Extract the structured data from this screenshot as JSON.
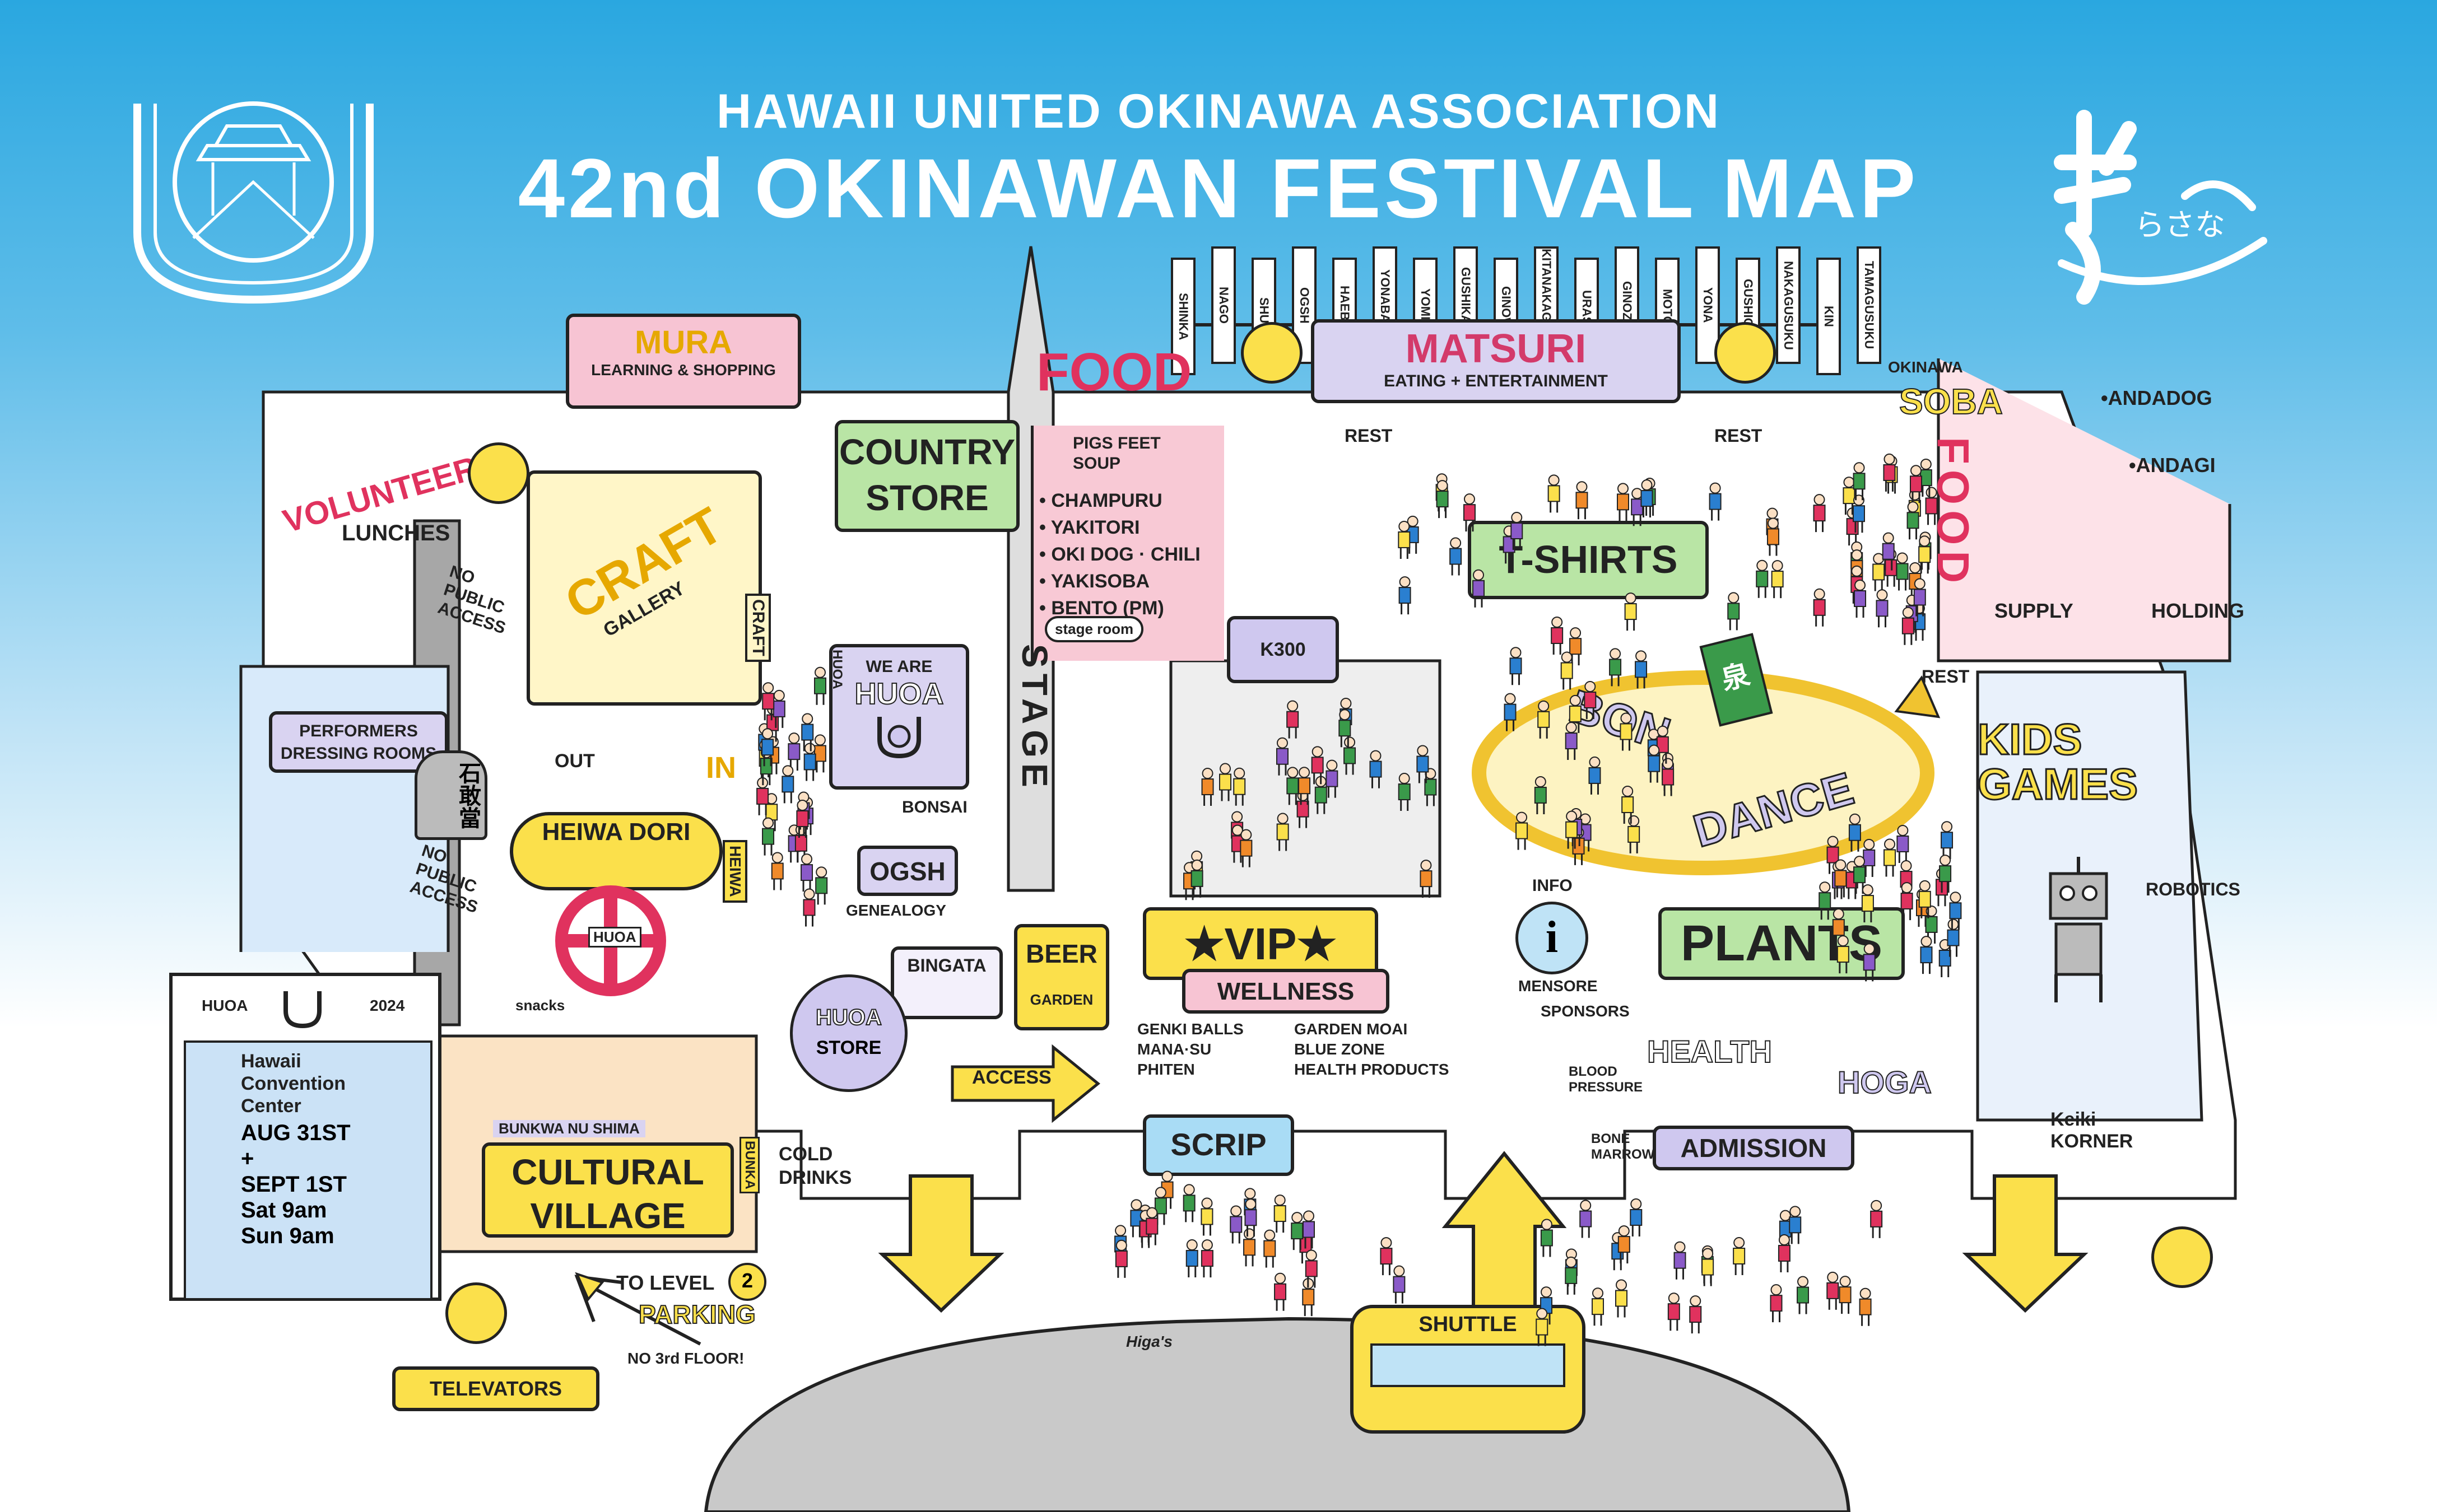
{
  "header": {
    "org": "HAWAII UNITED OKINAWA ASSOCIATION",
    "title": "42nd OKINAWAN FESTIVAL MAP"
  },
  "colors": {
    "sky": "#2aa7e0",
    "yellow": "#fbe04b",
    "pink": "#f7b7c7",
    "lavender": "#cfc8ef",
    "green": "#a9dc8a",
    "gray": "#c8c8c8"
  },
  "areas": {
    "mura": {
      "title": "MURA",
      "subtitle": "LEARNING & SHOPPING"
    },
    "matsuri": {
      "title": "MATSURI",
      "subtitle": "EATING + ENTERTAINMENT"
    },
    "food": "FOOD",
    "food_right": "FOOD",
    "food_items": [
      "PIGS FEET SOUP",
      "• CHAMPURU",
      "• YAKITORI",
      "• OKI DOG · CHILI",
      "• YAKISOBA",
      "• BENTO (PM)"
    ],
    "stage_room": "stage room",
    "stage": "STAGE",
    "country_store": "COUNTRY STORE",
    "craft": "CRAFT",
    "craft_gallery": "GALLERY",
    "craft_side": "CRAFT",
    "volunteer": "VOLUNTEER",
    "lunches": "LUNCHES",
    "no_public_access": "NO PUBLIC ACCESS",
    "no_public_access2": "NO PUBLIC ACCESS",
    "performers": "PERFORMERS DRESSING ROOMS",
    "out": "OUT",
    "in": "IN",
    "we_are": "WE ARE",
    "huoa": "HUOA",
    "huoa_side": "HUOA",
    "bonsai": "BONSAI",
    "ogsh": "OGSH",
    "genealogy": "GENEALOGY",
    "heiwa_dori": "HEIWA DORI",
    "heiwa_side": "HEIWA",
    "huoa_sign": "HUOA",
    "snacks": "snacks",
    "bingata": "BINGATA",
    "huoa_store_top": "HUOA",
    "huoa_store": "STORE",
    "access": "ACCESS",
    "beer": "BEER",
    "garden": "GARDEN",
    "bunkwa": "BUNKWA NU SHIMA",
    "cultural_village": "CULTURAL VILLAGE",
    "bunka": "BUNKA",
    "cold_drinks": "COLD DRINKS",
    "vip": "★VIP★",
    "wellness": "WELLNESS",
    "wellness_left": "GENKI BALLS\nMANA·SU\nPHITEN",
    "wellness_right": "GARDEN MOAI\nBLUE ZONE\nHEALTH PRODUCTS",
    "scrip": "SCRIP",
    "tshirts": "T-SHIRTS",
    "bon": "BON",
    "dance": "DANCE",
    "info": "INFO",
    "mensore": "MENSORE",
    "sponsors": "SPONSORS",
    "plants": "PLANTS",
    "health": "HEALTH",
    "hoga": "HOGA",
    "blood": "BLOOD PRESSURE",
    "bone": "BONE MARROW",
    "admission": "ADMISSION",
    "okinawa_soba_top": "OKINAWA",
    "okinawa_soba": "SOBA",
    "andadog": "•ANDADOG",
    "andagi": "•ANDAGI",
    "supply": "SUPPLY",
    "holding": "HOLDING",
    "kids_games": "KIDS GAMES",
    "robotics": "ROBOTICS",
    "keiki": "Keiki KORNER",
    "rest": [
      "REST",
      "REST",
      "REST"
    ],
    "k300": "K300",
    "shuttle": "SHUTTLE",
    "to_level": "TO LEVEL",
    "level_num": "2",
    "parking": "PARKING",
    "no_third": "NO 3rd FLOOR!",
    "televators": "TELEVATORS",
    "higas": "Higa's",
    "huoa_2024_left": "HUOA",
    "huoa_2024_right": "2024",
    "hcc": "Hawaii Convention Center",
    "dates": [
      "AUG 31ST",
      "+",
      "SEPT 1ST",
      "Sat 9am",
      "Sun 9am"
    ],
    "kanji_stone": "石敢當",
    "kanji_banner": "泉"
  },
  "banners": [
    "SHINKA",
    "NAGO",
    "SHURI",
    "OGSH",
    "HAEBARU",
    "YONABARU",
    "YOMITAN",
    "GUSHIKAWA",
    "GINOWAN",
    "KITANAKAGUSUKU",
    "URASOE",
    "GINOZA",
    "MOTOBU",
    "YONA",
    "GUSHICHAN",
    "NAKAGUSUKU",
    "KIN",
    "TAMAGUSUKU"
  ]
}
